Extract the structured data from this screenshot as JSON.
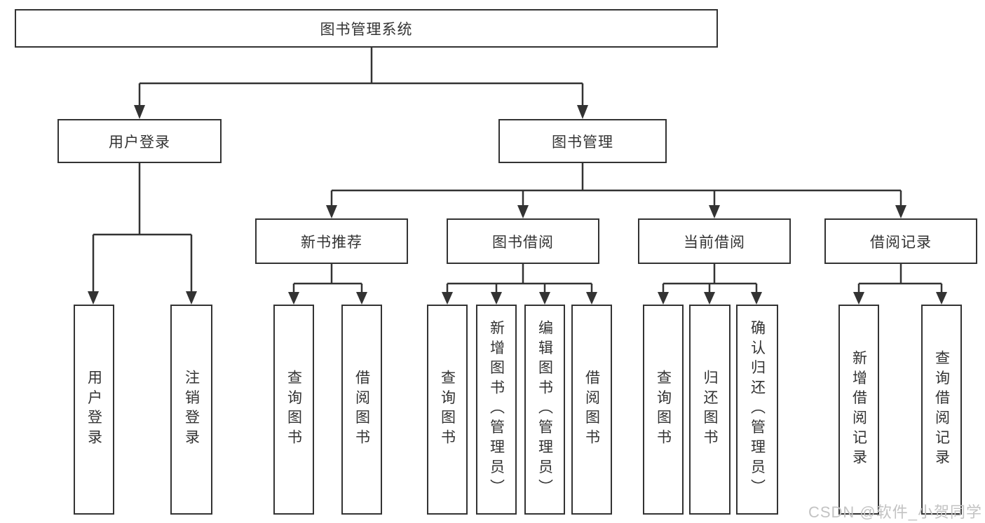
{
  "root": {
    "label": "图书管理系统"
  },
  "branches": {
    "login": {
      "label": "用户登录",
      "children": [
        {
          "label": "用户登录"
        },
        {
          "label": "注销登录"
        }
      ]
    },
    "management": {
      "label": "图书管理",
      "groups": [
        {
          "label": "新书推荐",
          "children": [
            {
              "label": "查询图书"
            },
            {
              "label": "借阅图书"
            }
          ]
        },
        {
          "label": "图书借阅",
          "children": [
            {
              "label": "查询图书"
            },
            {
              "label": "新增图书（管理员）"
            },
            {
              "label": "编辑图书（管理员）"
            },
            {
              "label": "借阅图书"
            }
          ]
        },
        {
          "label": "当前借阅",
          "children": [
            {
              "label": "查询图书"
            },
            {
              "label": "归还图书"
            },
            {
              "label": "确认归还（管理员）"
            }
          ]
        },
        {
          "label": "借阅记录",
          "children": [
            {
              "label": "新增借阅记录"
            },
            {
              "label": "查询借阅记录"
            }
          ]
        }
      ]
    }
  },
  "watermark": {
    "text": "CSDN @软件_小贺同学"
  },
  "colors": {
    "line": "#333333",
    "box_border": "#333333",
    "text": "#333333",
    "watermark": "#c3c3c3",
    "background": "#ffffff"
  }
}
